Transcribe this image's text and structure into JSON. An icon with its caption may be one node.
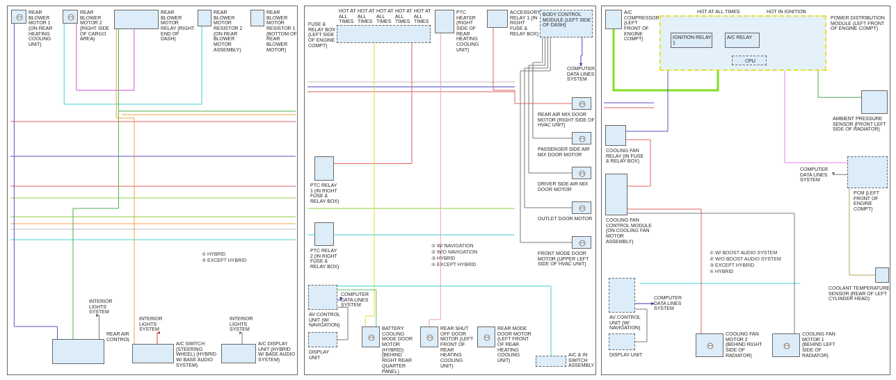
{
  "diagram": {
    "nodes": [
      {
        "text": [
          "REAR BLOWER MOTOR 1 (ON REAR HEATING COOLING UNIT)"
        ]
      },
      {
        "text": [
          "REAR BLOWER MOTOR 2 (RIGHT SIDE OF CARGO AREA)"
        ]
      },
      {
        "text": [
          "REAR BLOWER MOTOR RELAY (RIGHT END OF DASH)"
        ]
      },
      {
        "text": [
          "REAR BLOWER MOTOR RESISTOR 2 (ON REAR BLOWER MOTOR ASSEMBLY)"
        ]
      },
      {
        "text": [
          "REAR BLOWER MOTOR RESISTOR 1 (BOTTOM OF REAR BLOWER MOTOR)"
        ]
      },
      {
        "text": [
          "REAR AIR CONTROL"
        ]
      },
      {
        "text": [
          "A/C SWITCH (STEERING WHEEL) (HYBRID W/ BASE AUDIO SYSTEM)"
        ]
      },
      {
        "text": [
          "A/C DISPLAY UNIT (HYBRID W/ BASE AUDIO SYSTEM)"
        ]
      },
      {
        "text": [
          "INTERIOR LIGHTS SYSTEM"
        ]
      },
      {
        "text": [
          "INTERIOR LIGHTS SYSTEM"
        ]
      },
      {
        "text": [
          "INTERIOR LIGHTS SYSTEM"
        ]
      },
      {
        "text": [
          "FUSE & RELAY BOX (LEFT SIDE OF ENGINE COMPT)"
        ],
        "beside": [
          "HOT AT ALL TIMES",
          "HOT AT ALL TIMES",
          "HOT AT ALL TIMES",
          "HOT AT ALL TIMES",
          "HOT AT ALL TIMES"
        ]
      },
      {
        "text": [
          "PTC HEATER (RIGHT SIDE OF REAR HEATING COOLING UNIT)"
        ]
      },
      {
        "text": [
          "ACCESSORY RELAY 1 (IN RIGHT FUSE & RELAY BOX)"
        ]
      },
      {
        "text": [
          "BODY CONTROL MODULE (LEFT SIDE OF DASH)"
        ]
      },
      {
        "text": [
          "COMPUTER DATA LINES SYSTEM"
        ]
      },
      {
        "text": [
          "REAR AIR MIX DOOR MOTOR (RIGHT SIDE OF HVAC UNIT)"
        ]
      },
      {
        "text": [
          "PASSENGER SIDE AIR MIX DOOR MOTOR"
        ]
      },
      {
        "text": [
          "DRIVER SIDE AIR MIX DOOR MOTOR"
        ]
      },
      {
        "text": [
          "OUTLET DOOR MOTOR"
        ]
      },
      {
        "text": [
          "FRONT MODE DOOR MOTOR (UPPER LEFT SIDE OF HVAC UNIT)"
        ]
      },
      {
        "text": [
          "PTC RELAY 1 (IN RIGHT FUSE & RELAY BOX)"
        ]
      },
      {
        "text": [
          "PTC RELAY 2 (IN RIGHT FUSE & RELAY BOX)"
        ]
      },
      {
        "text": [
          "AV CONTROL UNIT (W/ NAVIGATION)"
        ]
      },
      {
        "text": [
          "DISPLAY UNIT"
        ]
      },
      {
        "text": [
          "BATTERY COOLING MODE DOOR MOTOR (HYBRID) (BEHIND RIGHT REAR QUARTER PANEL)"
        ]
      },
      {
        "text": [
          "REAR SHUT OFF DOOR MOTOR (LEFT FRONT OF REAR HEATING COOLING UNIT)"
        ]
      },
      {
        "text": [
          "REAR MODE DOOR MOTOR (LEFT FRONT OF REAR HEATING COOLING UNIT)"
        ]
      },
      {
        "text": [
          "A/C & IN SWITCH ASSEMBLY"
        ]
      },
      {
        "text": [
          "COMPUTER DATA LINES SYSTEM"
        ]
      },
      {
        "text": [
          "A/C COMPRESSOR (LEFT FRONT OF ENGINE COMPT)"
        ]
      },
      {
        "text": [
          "POWER DISTRIBUTION MODULE (LEFT FRONT OF ENGINE COMPT)"
        ],
        "beside": [
          "HOT AT ALL TIMES",
          "HOT IN IGNITION"
        ]
      },
      {
        "text": [
          "AMBIENT PRESSURE SENSOR (FRONT LEFT SIDE OF RADIATOR)"
        ]
      },
      {
        "text": [
          "COOLING FAN RELAY (IN FUSE & RELAY BOX)"
        ]
      },
      {
        "text": [
          "COOLING FAN CONTROL MODULE (ON COOLING FAN MOTOR ASSEMBLY)"
        ]
      },
      {
        "text": [
          "PCM (LEFT FRONT OF ENGINE COMPT)"
        ]
      },
      {
        "text": [
          "COMPUTER DATA LINES SYSTEM"
        ]
      },
      {
        "text": [
          "COOLANT TEMPERATURE SENSOR (REAR OF LEFT CYLINDER HEAD)"
        ]
      },
      {
        "text": [
          "AV CONTROL UNIT (W/ NAVIGATION)"
        ]
      },
      {
        "text": [
          "DISPLAY UNIT"
        ]
      },
      {
        "text": [
          "COMPUTER DATA LINES SYSTEM"
        ]
      },
      {
        "text": [
          "COOLING FAN MOTOR 2 (BEHIND RIGHT SIDE OF RADIATOR)"
        ]
      },
      {
        "text": [
          "COOLING FAN MOTOR 1 (BEHIND LEFT SIDE OF RADIATOR)"
        ]
      },
      {
        "text": [
          "IGNITION RELAY 1"
        ],
        "in": 31
      },
      {
        "text": [
          "A/C RELAY"
        ],
        "in": 31
      },
      {
        "text": [
          "CPU"
        ],
        "in": 31
      }
    ],
    "edges": [
      {
        "from": 0,
        "to": 5,
        "arrow": "none",
        "color": "#5a4fc8"
      },
      {
        "from": 1,
        "to": 2,
        "arrow": "none",
        "color": "#d050d0"
      },
      {
        "from": 1,
        "to": 3,
        "arrow": "none",
        "color": "#40d0d0"
      },
      {
        "from": 2,
        "to": 5,
        "arrow": "none",
        "color": "#4cae4c"
      },
      {
        "from": 2,
        "to": 6,
        "arrow": "none",
        "color": "#f0a040"
      },
      {
        "from": 5,
        "to": 8,
        "arrow": "to"
      },
      {
        "from": 6,
        "to": 9,
        "arrow": "to",
        "color": "#d04040"
      },
      {
        "from": 7,
        "to": 10,
        "arrow": "to"
      },
      {
        "from": 11,
        "to": 21,
        "arrow": "none",
        "color": "#e06060"
      },
      {
        "from": 13,
        "to": 16,
        "arrow": "none",
        "color": "#e06060"
      },
      {
        "from": 14,
        "to": 15,
        "arrow": "to",
        "color": "#4040c0"
      },
      {
        "from": 11,
        "to": 25,
        "arrow": "none",
        "color": "#e8d830"
      },
      {
        "from": 12,
        "to": 26,
        "arrow": "none",
        "color": "#f0a0c0"
      },
      {
        "from": 14,
        "to": 17,
        "arrow": "none"
      },
      {
        "from": 14,
        "to": 18,
        "arrow": "none"
      },
      {
        "from": 14,
        "to": 19,
        "arrow": "none"
      },
      {
        "from": 14,
        "to": 20,
        "arrow": "none"
      },
      {
        "from": 23,
        "to": 29,
        "arrow": "to",
        "color": "#3a3aa0"
      },
      {
        "from": 24,
        "to": 23,
        "arrow": "none"
      },
      {
        "from": 23,
        "to": 25,
        "arrow": "none",
        "color": "#60c060"
      },
      {
        "from": 23,
        "to": 28,
        "arrow": "none",
        "color": "#40d0d0"
      },
      {
        "from": 30,
        "to": 31,
        "arrow": "none",
        "style": "thick",
        "color": "#7ee020"
      },
      {
        "from": 31,
        "to": 32,
        "arrow": "none",
        "color": "#50a050"
      },
      {
        "from": 31,
        "to": 35,
        "arrow": "none",
        "color": "#e080e0"
      },
      {
        "from": 33,
        "to": 34,
        "arrow": "none",
        "color": "#e06060"
      },
      {
        "from": 35,
        "to": 36,
        "arrow": "to"
      },
      {
        "from": 37,
        "to": 35,
        "arrow": "none",
        "color": "#b0a060"
      },
      {
        "from": 34,
        "to": 41,
        "arrow": "none",
        "color": "#e06060"
      },
      {
        "from": 34,
        "to": 42,
        "arrow": "none"
      },
      {
        "from": 38,
        "to": 40,
        "arrow": "to",
        "color": "#3a3aa0"
      },
      {
        "from": 39,
        "to": 38,
        "arrow": "none"
      },
      {
        "from": 31,
        "to": 33,
        "arrow": "none",
        "color": "#5a4fc8"
      }
    ],
    "labels": [
      "① HYBRID",
      "② EXCEPT HYBRID",
      "① W/ NAVIGATION",
      "② W/O NAVIGATION",
      "③ HYBRID",
      "④ EXCEPT HYBRID",
      "① W/ BOOST AUDIO SYSTEM",
      "② W/O BOOST AUDIO SYSTEM",
      "③ EXCEPT HYBRID",
      "④ HYBRID"
    ]
  }
}
